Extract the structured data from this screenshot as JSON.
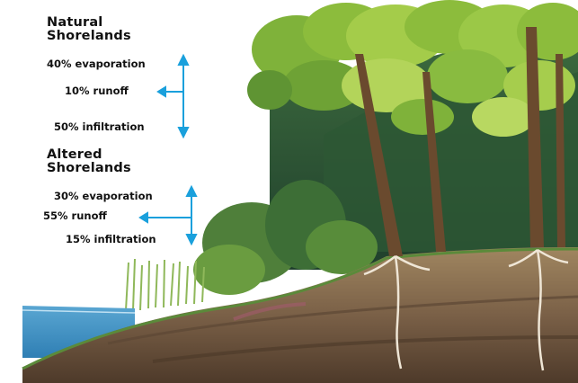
{
  "natural": {
    "title_line1": "Natural",
    "title_line2": "Shorelands",
    "evaporation": "40% evaporation",
    "runoff": "10% runoff",
    "infiltration": "50% infiltration"
  },
  "altered": {
    "title_line1": "Altered",
    "title_line2": "Shorelands",
    "evaporation": "30% evaporation",
    "runoff": "55% runoff",
    "infiltration": "15% infiltration"
  },
  "colors": {
    "arrow": "#1aa0dc",
    "water": "#3d93c4",
    "soil": "#7a6047",
    "foliage": "#8cbc3c",
    "forest": "#2f5a3a",
    "trunk": "#6a4a2e"
  }
}
